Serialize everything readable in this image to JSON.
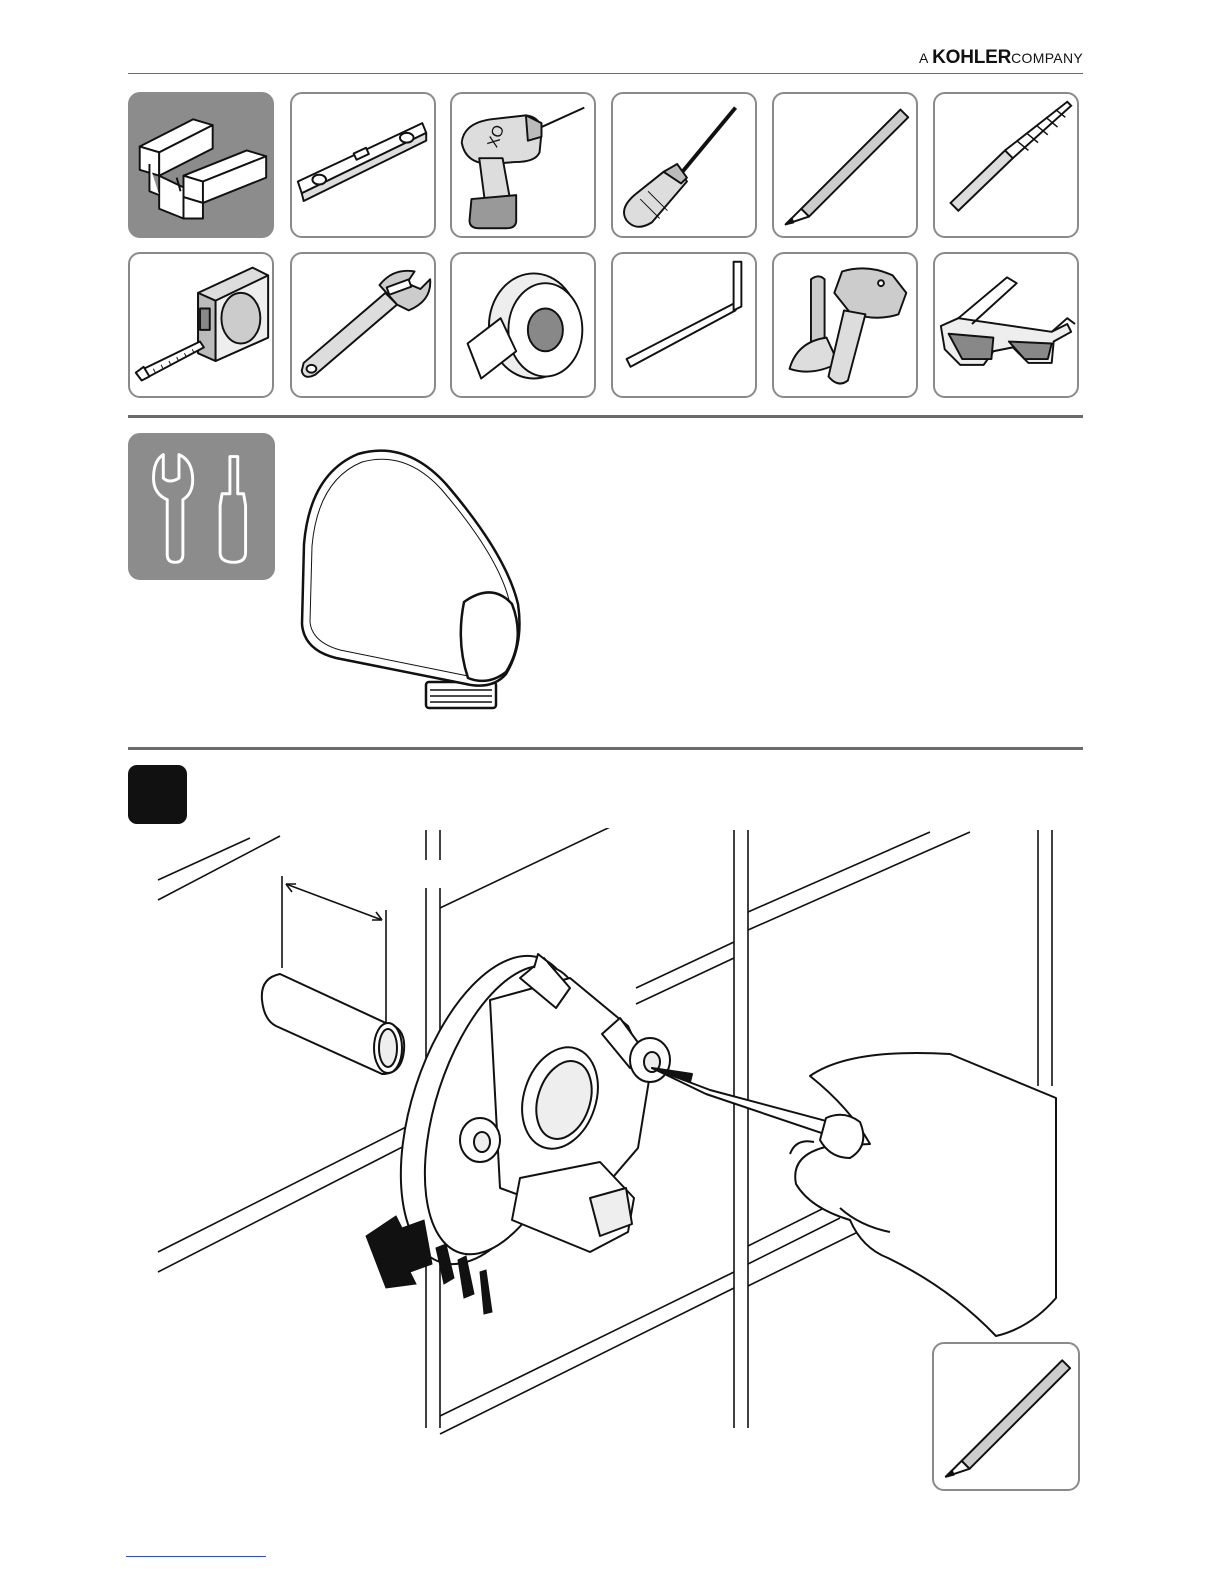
{
  "header": {
    "brand_prefix": "A",
    "brand_name": "KOHLER",
    "brand_suffix": "COMPANY"
  },
  "tools": [
    {
      "icon": "toolbox-icon",
      "highlighted": true
    },
    {
      "icon": "spirit-level-icon"
    },
    {
      "icon": "drill-icon"
    },
    {
      "icon": "screwdriver-icon"
    },
    {
      "icon": "pencil-icon"
    },
    {
      "icon": "drill-bit-icon"
    },
    {
      "icon": "tape-measure-icon"
    },
    {
      "icon": "adjustable-wrench-icon"
    },
    {
      "icon": "ptfe-tape-icon"
    },
    {
      "icon": "hex-key-icon"
    },
    {
      "icon": "hammer-chisel-icon"
    },
    {
      "icon": "safety-glasses-icon"
    }
  ],
  "parts": {
    "icon": "wrench-screwdriver-icon",
    "product": "wall-outlet-elbow"
  },
  "step": {
    "number": "",
    "tool_icon": "pencil-icon"
  },
  "colors": {
    "tile_border": "#8a8a8a",
    "highlight_tile": "#8c8c8c",
    "step_badge": "#111111"
  }
}
